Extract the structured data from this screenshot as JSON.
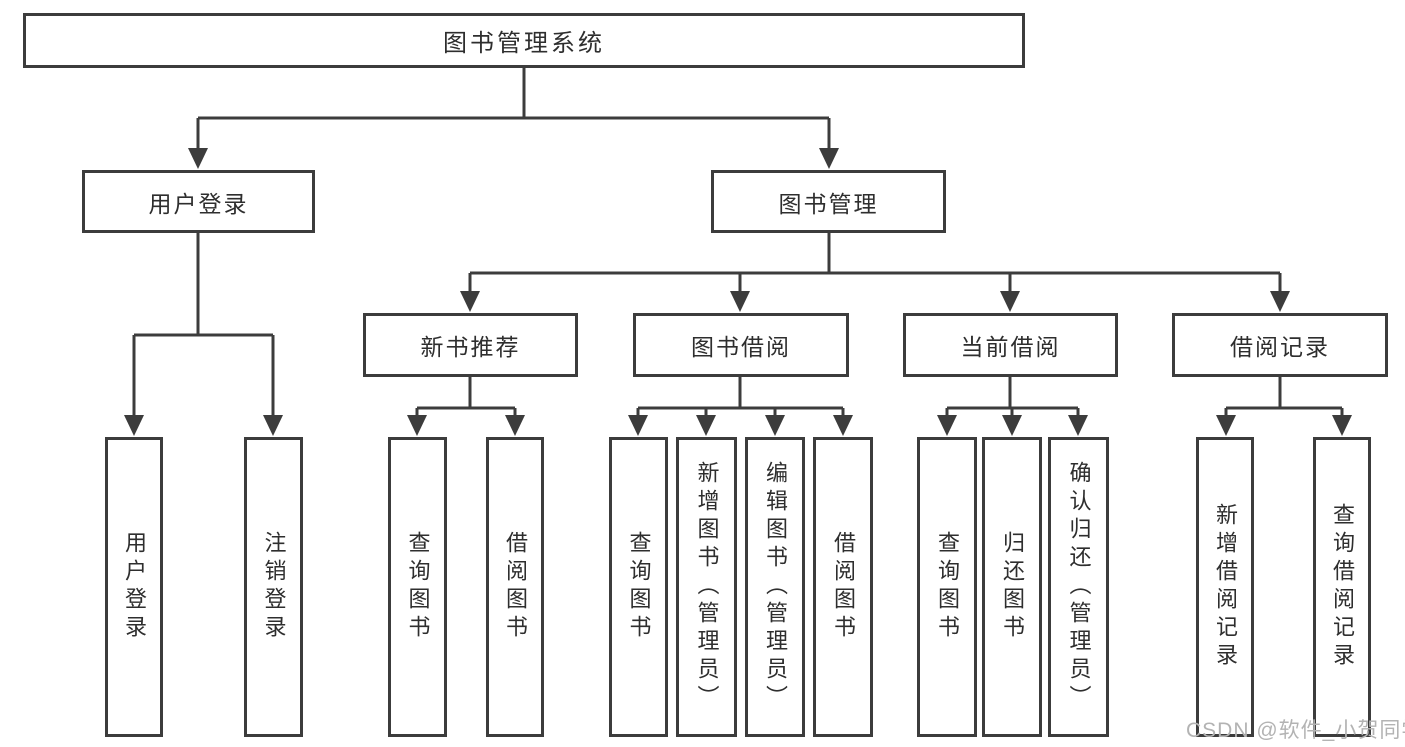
{
  "tree": {
    "root": {
      "label": "图书管理系统"
    },
    "branches": [
      {
        "label": "用户登录",
        "children": [
          {
            "label": "用户登录"
          },
          {
            "label": "注销登录"
          }
        ]
      },
      {
        "label": "图书管理",
        "children": [
          {
            "label": "新书推荐",
            "children": [
              {
                "label": "查询图书"
              },
              {
                "label": "借阅图书"
              }
            ]
          },
          {
            "label": "图书借阅",
            "children": [
              {
                "label": "查询图书"
              },
              {
                "label": "新增图书（管理员）"
              },
              {
                "label": "编辑图书（管理员）"
              },
              {
                "label": "借阅图书"
              }
            ]
          },
          {
            "label": "当前借阅",
            "children": [
              {
                "label": "查询图书"
              },
              {
                "label": "归还图书"
              },
              {
                "label": "确认归还（管理员）"
              }
            ]
          },
          {
            "label": "借阅记录",
            "children": [
              {
                "label": "新增借阅记录"
              },
              {
                "label": "查询借阅记录"
              }
            ]
          }
        ]
      }
    ]
  },
  "watermark": "CSDN @软件_小贺同学",
  "colors": {
    "line": "#3c3c3c",
    "text": "#2e2e2e",
    "watermark": "#b3b3b3",
    "background": "#ffffff"
  }
}
